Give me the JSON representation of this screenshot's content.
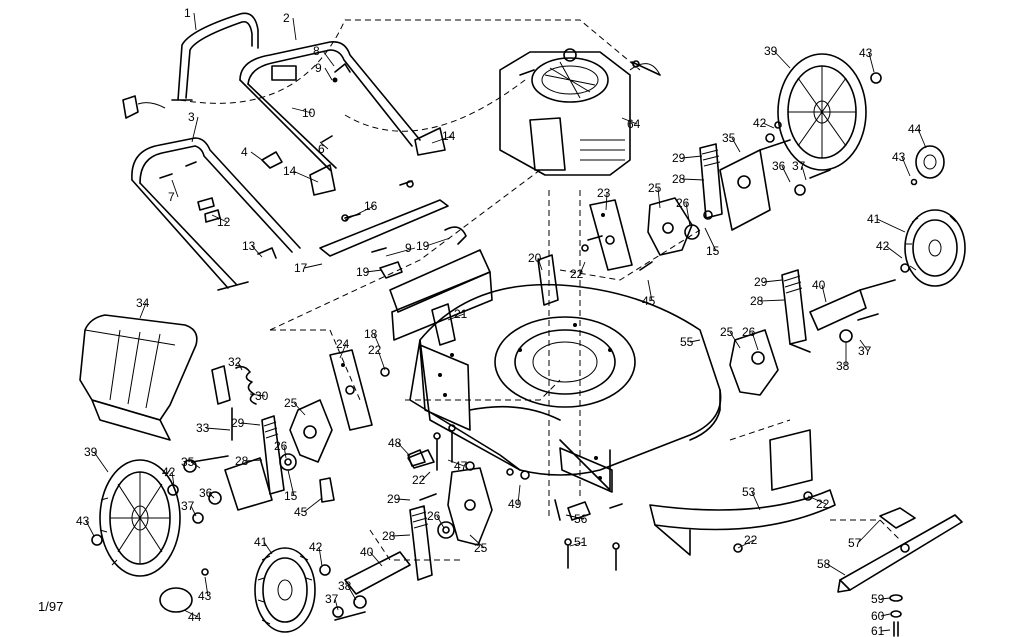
{
  "diagram": {
    "date_code": "1/97",
    "callouts": [
      {
        "id": "c1",
        "text": "1"
      },
      {
        "id": "c2",
        "text": "2"
      },
      {
        "id": "c3",
        "text": "3"
      },
      {
        "id": "c4",
        "text": "4"
      },
      {
        "id": "c6",
        "text": "6"
      },
      {
        "id": "c7",
        "text": "7"
      },
      {
        "id": "c8",
        "text": "8"
      },
      {
        "id": "c9a",
        "text": "9"
      },
      {
        "id": "c9b",
        "text": "9"
      },
      {
        "id": "c10",
        "text": "10"
      },
      {
        "id": "c12",
        "text": "12"
      },
      {
        "id": "c13",
        "text": "13"
      },
      {
        "id": "c14a",
        "text": "14"
      },
      {
        "id": "c14b",
        "text": "14"
      },
      {
        "id": "c15a",
        "text": "15"
      },
      {
        "id": "c15b",
        "text": "15"
      },
      {
        "id": "c16",
        "text": "16"
      },
      {
        "id": "c17",
        "text": "17"
      },
      {
        "id": "c18",
        "text": "18"
      },
      {
        "id": "c19a",
        "text": "19"
      },
      {
        "id": "c19b",
        "text": "19"
      },
      {
        "id": "c20",
        "text": "20"
      },
      {
        "id": "c21",
        "text": "21"
      },
      {
        "id": "c22a",
        "text": "22"
      },
      {
        "id": "c22b",
        "text": "22"
      },
      {
        "id": "c22c",
        "text": "22"
      },
      {
        "id": "c22d",
        "text": "22"
      },
      {
        "id": "c22e",
        "text": "22"
      },
      {
        "id": "c23",
        "text": "23"
      },
      {
        "id": "c24",
        "text": "24"
      },
      {
        "id": "c25a",
        "text": "25"
      },
      {
        "id": "c25b",
        "text": "25"
      },
      {
        "id": "c25c",
        "text": "25"
      },
      {
        "id": "c25d",
        "text": "25"
      },
      {
        "id": "c26a",
        "text": "26"
      },
      {
        "id": "c26b",
        "text": "26"
      },
      {
        "id": "c26c",
        "text": "26"
      },
      {
        "id": "c26d",
        "text": "26"
      },
      {
        "id": "c28a",
        "text": "28"
      },
      {
        "id": "c28b",
        "text": "28"
      },
      {
        "id": "c28c",
        "text": "28"
      },
      {
        "id": "c28d",
        "text": "28"
      },
      {
        "id": "c29a",
        "text": "29"
      },
      {
        "id": "c29b",
        "text": "29"
      },
      {
        "id": "c29c",
        "text": "29"
      },
      {
        "id": "c29d",
        "text": "29"
      },
      {
        "id": "c30",
        "text": "30"
      },
      {
        "id": "c32",
        "text": "32"
      },
      {
        "id": "c33",
        "text": "33"
      },
      {
        "id": "c34",
        "text": "34"
      },
      {
        "id": "c35a",
        "text": "35"
      },
      {
        "id": "c35b",
        "text": "35"
      },
      {
        "id": "c36a",
        "text": "36"
      },
      {
        "id": "c36b",
        "text": "36"
      },
      {
        "id": "c37a",
        "text": "37"
      },
      {
        "id": "c37b",
        "text": "37"
      },
      {
        "id": "c37c",
        "text": "37"
      },
      {
        "id": "c37d",
        "text": "37"
      },
      {
        "id": "c38a",
        "text": "38"
      },
      {
        "id": "c38b",
        "text": "38"
      },
      {
        "id": "c39a",
        "text": "39"
      },
      {
        "id": "c39b",
        "text": "39"
      },
      {
        "id": "c40a",
        "text": "40"
      },
      {
        "id": "c40b",
        "text": "40"
      },
      {
        "id": "c41a",
        "text": "41"
      },
      {
        "id": "c41b",
        "text": "41"
      },
      {
        "id": "c42a",
        "text": "42"
      },
      {
        "id": "c42b",
        "text": "42"
      },
      {
        "id": "c42c",
        "text": "42"
      },
      {
        "id": "c42d",
        "text": "42"
      },
      {
        "id": "c43a",
        "text": "43"
      },
      {
        "id": "c43b",
        "text": "43"
      },
      {
        "id": "c43c",
        "text": "43"
      },
      {
        "id": "c43d",
        "text": "43"
      },
      {
        "id": "c44a",
        "text": "44"
      },
      {
        "id": "c44b",
        "text": "44"
      },
      {
        "id": "c45a",
        "text": "45"
      },
      {
        "id": "c45b",
        "text": "45"
      },
      {
        "id": "c47",
        "text": "47"
      },
      {
        "id": "c48",
        "text": "48"
      },
      {
        "id": "c49",
        "text": "49"
      },
      {
        "id": "c51",
        "text": "51"
      },
      {
        "id": "c53",
        "text": "53"
      },
      {
        "id": "c55",
        "text": "55"
      },
      {
        "id": "c56",
        "text": "56"
      },
      {
        "id": "c57",
        "text": "57"
      },
      {
        "id": "c58",
        "text": "58"
      },
      {
        "id": "c59",
        "text": "59"
      },
      {
        "id": "c60",
        "text": "60"
      },
      {
        "id": "c61",
        "text": "61"
      },
      {
        "id": "c64",
        "text": "64"
      }
    ]
  }
}
